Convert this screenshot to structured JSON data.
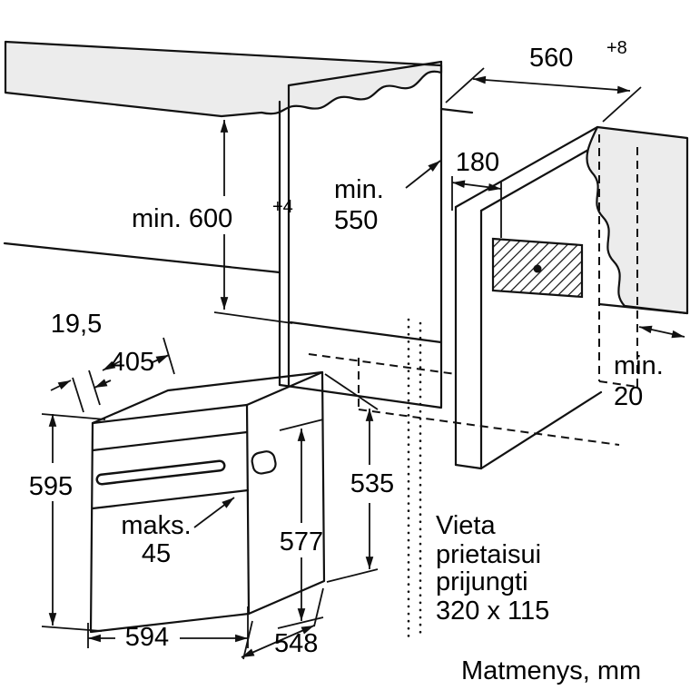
{
  "units_note": "Matmenys, mm",
  "niche": {
    "width": "560",
    "width_tol": "+8",
    "connection_offset": "180",
    "depth_min_label": "min.",
    "depth_min_value": "550",
    "height_min": "min. 600",
    "height_min_tol": "+4",
    "rear_gap_label": "min.",
    "rear_gap_value": "20"
  },
  "oven": {
    "fascia_depth": "19,5",
    "top_clearance": "405",
    "height": "595",
    "door_protrusion_label": "maks.",
    "door_protrusion_value": "45",
    "body_height": "577",
    "rear_height": "535",
    "width": "594",
    "depth": "548"
  },
  "connection_area": {
    "line1": "Vieta",
    "line2": "prietaisui",
    "line3": "prijungti",
    "size": "320 x 115"
  }
}
